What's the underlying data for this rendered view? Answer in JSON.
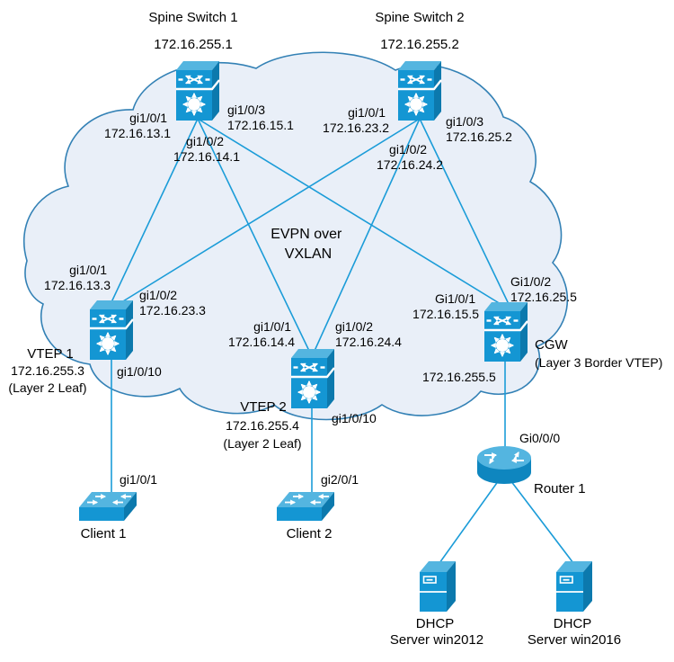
{
  "cloud": {
    "line1": "EVPN over",
    "line2": "VXLAN"
  },
  "devices": {
    "spine1": {
      "name": "Spine Switch 1",
      "ip": "172.16.255.1"
    },
    "spine2": {
      "name": "Spine Switch 2",
      "ip": "172.16.255.2"
    },
    "vtep1": {
      "name": "VTEP 1",
      "ip": "172.16.255.3",
      "role": "(Layer 2 Leaf)"
    },
    "vtep2": {
      "name": "VTEP 2",
      "ip": "172.16.255.4",
      "role": "(Layer 2 Leaf)"
    },
    "cgw": {
      "name": "CGW",
      "role": "(Layer 3 Border VTEP)",
      "ip": "172.16.255.5"
    },
    "router1": {
      "name": "Router 1"
    },
    "client1": {
      "name": "Client 1"
    },
    "client2": {
      "name": "Client 2"
    },
    "dhcp1": {
      "line1": "DHCP",
      "line2": "Server win2012"
    },
    "dhcp2": {
      "line1": "DHCP",
      "line2": "Server win2016"
    }
  },
  "interfaces": {
    "s1_vtep1": {
      "port": "gi1/0/1",
      "ip": "172.16.13.1"
    },
    "s1_vtep2": {
      "port": "gi1/0/2",
      "ip": "172.16.14.1"
    },
    "s1_cgw": {
      "port": "gi1/0/3",
      "ip": "172.16.15.1"
    },
    "s2_vtep1": {
      "port": "gi1/0/1",
      "ip": "172.16.23.2"
    },
    "s2_vtep2": {
      "port": "gi1/0/2",
      "ip": "172.16.24.2"
    },
    "s2_cgw": {
      "port": "gi1/0/3",
      "ip": "172.16.25.2"
    },
    "vtep1_s1": {
      "port": "gi1/0/1",
      "ip": "172.16.13.3"
    },
    "vtep1_s2": {
      "port": "gi1/0/2",
      "ip": "172.16.23.3"
    },
    "vtep1_down": {
      "port": "gi1/0/10"
    },
    "vtep2_s1": {
      "port": "gi1/0/1",
      "ip": "172.16.14.4"
    },
    "vtep2_s2": {
      "port": "gi1/0/2",
      "ip": "172.16.24.4"
    },
    "vtep2_down": {
      "port": "gi1/0/10"
    },
    "cgw_s1": {
      "port": "Gi1/0/1",
      "ip": "172.16.15.5"
    },
    "cgw_s2": {
      "port": "Gi1/0/2",
      "ip": "172.16.25.5"
    },
    "router1_up": {
      "port": "Gi0/0/0"
    },
    "client1_up": {
      "port": "gi1/0/1"
    },
    "client2_up": {
      "port": "gi2/0/1"
    }
  },
  "colors": {
    "icon_front": "#1496D3",
    "icon_top": "#54B5E0",
    "icon_side": "#0C79AD",
    "router_body": "#0E86BF",
    "cloud_fill": "#E9EFF8",
    "cloud_stroke": "#3381B5",
    "link": "#1B9CD8",
    "text": "#000000"
  }
}
